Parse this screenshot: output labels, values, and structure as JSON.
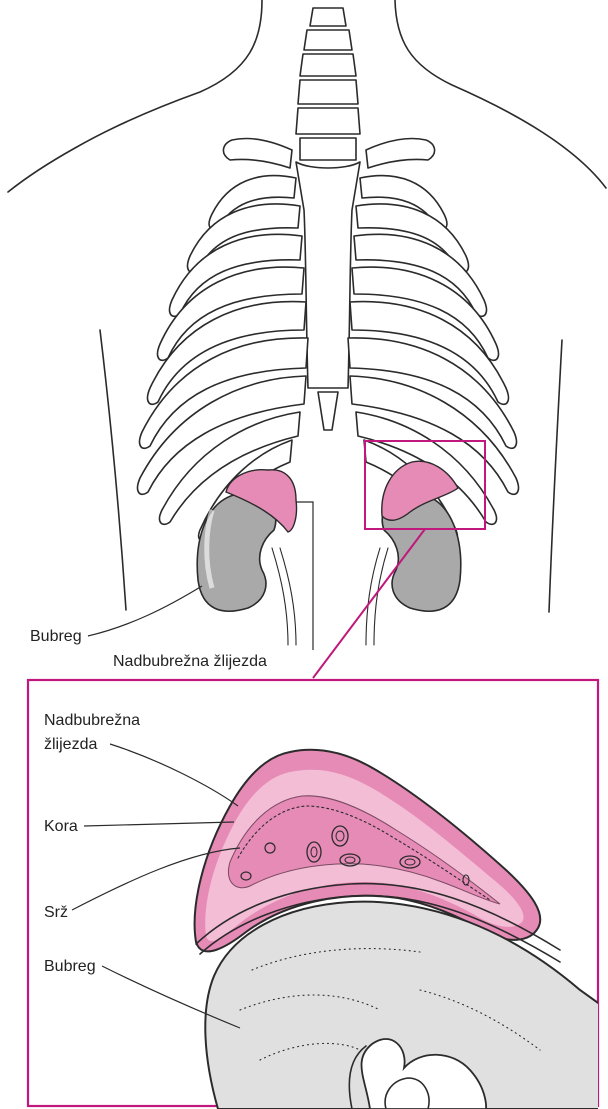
{
  "colors": {
    "gland_pink": "#e68ab6",
    "cortex_pink": "#f3bdd6",
    "kidney_gray": "#a9a9a9",
    "kidney_light": "#e0e0e0",
    "frame_magenta": "#c0187c"
  },
  "upper": {
    "label_kidney": "Bubreg",
    "label_adrenal": "Nadbubrežna žlijezda"
  },
  "detail": {
    "label_adrenal_line1": "Nadbubrežna",
    "label_adrenal_line2": "žlijezda",
    "label_cortex": "Kora",
    "label_medulla": "Srž",
    "label_kidney": "Bubreg"
  }
}
